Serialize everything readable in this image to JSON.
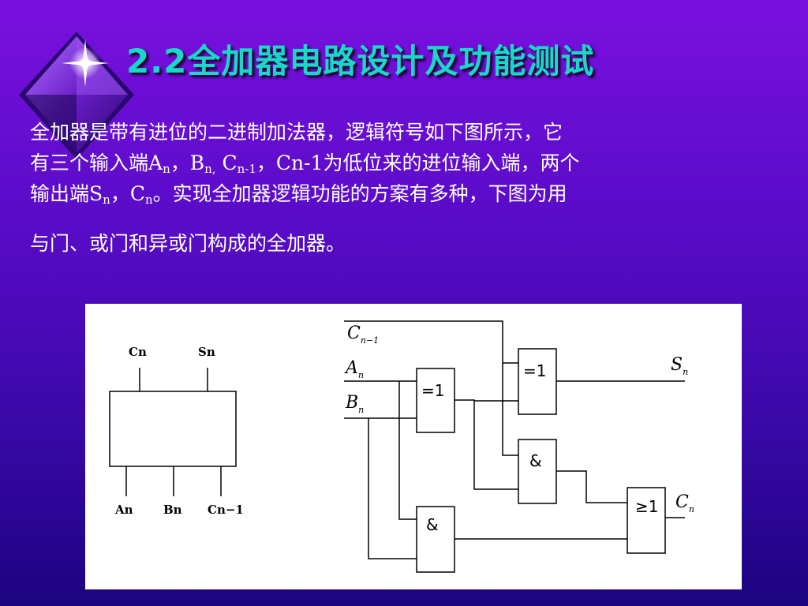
{
  "slide": {
    "title": "2.2全加器电路设计及功能测试",
    "paragraph": {
      "line1": "全加器是带有进位的二进制加法器，逻辑符号如下图所示，它",
      "line2_a": "有三个输入端A",
      "line2_sub1": "n",
      "line2_b": "，B",
      "line2_sub2": "n,",
      "line2_c": " C",
      "line2_sub3": "n-1",
      "line2_d": "，Cn-1为低位来的进位输入端，两个",
      "line3_a": "输出端S",
      "line3_sub1": "n",
      "line3_b": "，C",
      "line3_sub2": "n",
      "line3_c": "。实现全加器逻辑功能的方案有多种，下图为用",
      "line4": "与门、或门和异或门构成的全加器。"
    }
  },
  "symbol": {
    "output_labels": [
      "Cn",
      "Sn"
    ],
    "input_labels": [
      "An",
      "Bn",
      "Cn−1"
    ]
  },
  "circuit": {
    "inputs": [
      {
        "main": "C",
        "sub": "n−1"
      },
      {
        "main": "A",
        "sub": "n"
      },
      {
        "main": "B",
        "sub": "n"
      }
    ],
    "gates": {
      "xor1": "=1",
      "xor2": "=1",
      "and1": "&",
      "and2": "&",
      "or1": "≥1"
    },
    "outputs": [
      {
        "main": "S",
        "sub": "n"
      },
      {
        "main": "C",
        "sub": "n"
      }
    ]
  }
}
